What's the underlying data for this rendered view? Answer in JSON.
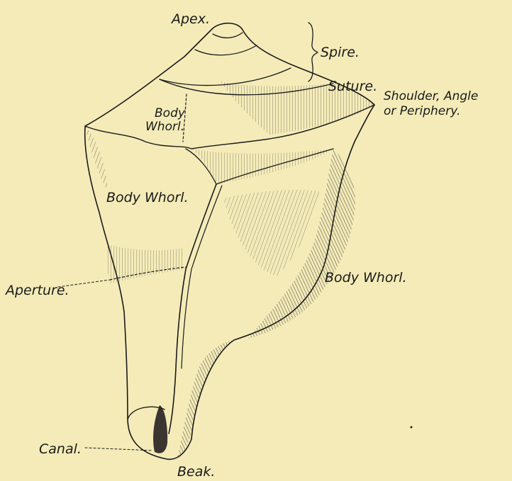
{
  "labels": {
    "apex": "Apex.",
    "spire": "Spire.",
    "suture": "Suture.",
    "shoulder_line1": "Shoulder, Angle",
    "shoulder_line2": "or Periphery.",
    "body_whorl_top_line1": "Body",
    "body_whorl_top_line2": "Whorl.",
    "body_whorl_mid": "Body Whorl.",
    "body_whorl_right": "Body Whorl.",
    "aperture": "Aperture.",
    "canal": "Canal.",
    "beak": "Beak."
  },
  "colors": {
    "background": "#f4ebb8",
    "ink": "#1a1a1a"
  }
}
